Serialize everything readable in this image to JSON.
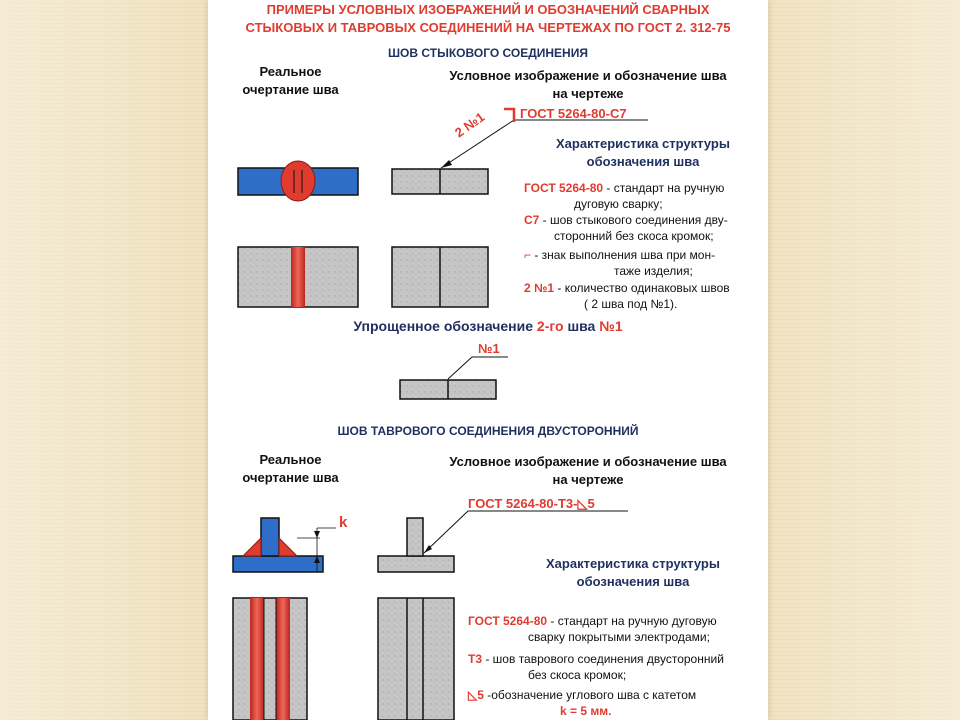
{
  "header": {
    "line1": "ПРИМЕРЫ  УСЛОВНЫХ  ИЗОБРАЖЕНИЙ  И  ОБОЗНАЧЕНИЙ  СВАРНЫХ",
    "line2": "СТЫКОВЫХ И ТАВРОВЫХ СОЕДИНЕНИЙ НА ЧЕРТЕЖАХ ПО ГОСТ 2. 312-75"
  },
  "butt": {
    "title": "ШОВ СТЫКОВОГО СОЕДИНЕНИЯ",
    "real_line1": "Реальное",
    "real_line2": "очертание шва",
    "cond_line1": "Условное изображение и обозначение шва",
    "cond_line2": "на чертеже",
    "gost_label": "ГОСТ 5264-80-С7",
    "count_label": "2 №1",
    "char_line1": "Характеристика структуры",
    "char_line2": "обозначения шва",
    "desc": [
      {
        "key": "ГОСТ 5264-80",
        "text": " - стандарт  на  ручную"
      },
      {
        "key": "",
        "text": "дуговую сварку;"
      },
      {
        "key": "С7",
        "text": " - шов  стыкового соединения дву-"
      },
      {
        "key": "",
        "text": "сторонний без скоса кромок;"
      },
      {
        "key": "⌐",
        "text": " -  знак  выполнения  шва  при мон-"
      },
      {
        "key": "",
        "text": "таже изделия;"
      },
      {
        "key": "2 №1",
        "text": " - количество одинаковых швов"
      },
      {
        "key": "",
        "text": "( 2 шва под №1)."
      }
    ],
    "simplified_prefix": "Упрощенное обозначение ",
    "simplified_mid": "2-го",
    "simplified_suffix": " шва ",
    "simplified_num": "№1",
    "simplified_label": "№1"
  },
  "tee": {
    "title": "ШОВ ТАВРОВОГО СОЕДИНЕНИЯ  ДВУСТОРОННИЙ",
    "real_line1": "Реальное",
    "real_line2": "очертание шва",
    "cond_line1": "Условное изображение и обозначение шва",
    "cond_line2": "на чертеже",
    "gost_label": "ГОСТ 5264-80-Т3-",
    "leg_value": "5",
    "k_label": "k",
    "char_line1": "Характеристика структуры",
    "char_line2": "обозначения шва",
    "desc": [
      {
        "key": "ГОСТ 5264-80",
        "text": " -  стандарт  на  ручную дуговую"
      },
      {
        "key": "",
        "text": "сварку покрытыми электродами;"
      },
      {
        "key": "Т3",
        "text": " -  шов таврового соединения двусторонний"
      },
      {
        "key": "",
        "text": "без скоса кромок;"
      },
      {
        "key": "◺5",
        "text": " -обозначение  углового шва с  катетом"
      },
      {
        "key": "",
        "text": "k = 5 мм."
      }
    ]
  },
  "colors": {
    "title_red": "#e03b2f",
    "heading_navy": "#1f2f5f",
    "plate_blue": "#2f6ec8",
    "weld_red": "#e03b2f",
    "plate_gray": "#c8c8c8",
    "background": "#f1e3c1"
  }
}
